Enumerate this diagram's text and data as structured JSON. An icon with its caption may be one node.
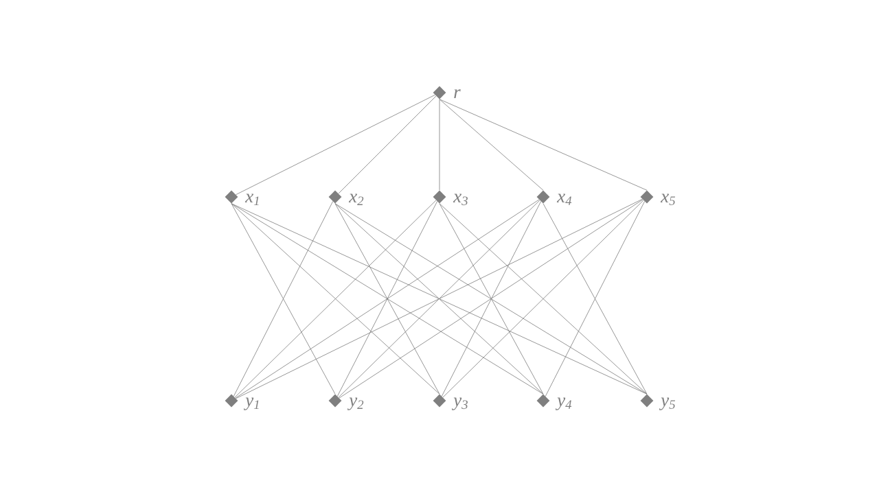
{
  "diagram": {
    "nodes": [
      {
        "text": [
          "r"
        ]
      },
      {
        "text": [
          "x$_{1}$"
        ]
      },
      {
        "text": [
          "x$_{2}$"
        ]
      },
      {
        "text": [
          "x$_{3}$"
        ]
      },
      {
        "text": [
          "x$_{4}$"
        ]
      },
      {
        "text": [
          "x$_{5}$"
        ]
      },
      {
        "text": [
          "y$_{1}$"
        ]
      },
      {
        "text": [
          "y$_{2}$"
        ]
      },
      {
        "text": [
          "y$_{3}$"
        ]
      },
      {
        "text": [
          "y$_{4}$"
        ]
      },
      {
        "text": [
          "y$_{5}$"
        ]
      }
    ],
    "edges": [
      {
        "from": 0,
        "to": 1,
        "arrow": "none"
      },
      {
        "from": 0,
        "to": 2,
        "arrow": "none"
      },
      {
        "from": 0,
        "to": 3,
        "arrow": "none"
      },
      {
        "from": 0,
        "to": 4,
        "arrow": "none"
      },
      {
        "from": 0,
        "to": 5,
        "arrow": "none"
      },
      {
        "from": 1,
        "to": 7,
        "arrow": "none"
      },
      {
        "from": 1,
        "to": 8,
        "arrow": "none"
      },
      {
        "from": 1,
        "to": 9,
        "arrow": "none"
      },
      {
        "from": 1,
        "to": 10,
        "arrow": "none"
      },
      {
        "from": 2,
        "to": 6,
        "arrow": "none"
      },
      {
        "from": 2,
        "to": 8,
        "arrow": "none"
      },
      {
        "from": 2,
        "to": 9,
        "arrow": "none"
      },
      {
        "from": 2,
        "to": 10,
        "arrow": "none"
      },
      {
        "from": 3,
        "to": 6,
        "arrow": "none"
      },
      {
        "from": 3,
        "to": 7,
        "arrow": "none"
      },
      {
        "from": 3,
        "to": 9,
        "arrow": "none"
      },
      {
        "from": 3,
        "to": 10,
        "arrow": "none"
      },
      {
        "from": 4,
        "to": 6,
        "arrow": "none"
      },
      {
        "from": 4,
        "to": 7,
        "arrow": "none"
      },
      {
        "from": 4,
        "to": 8,
        "arrow": "none"
      },
      {
        "from": 4,
        "to": 10,
        "arrow": "none"
      },
      {
        "from": 5,
        "to": 6,
        "arrow": "none"
      },
      {
        "from": 5,
        "to": 7,
        "arrow": "none"
      },
      {
        "from": 5,
        "to": 8,
        "arrow": "none"
      },
      {
        "from": 5,
        "to": 9,
        "arrow": "none"
      }
    ]
  }
}
